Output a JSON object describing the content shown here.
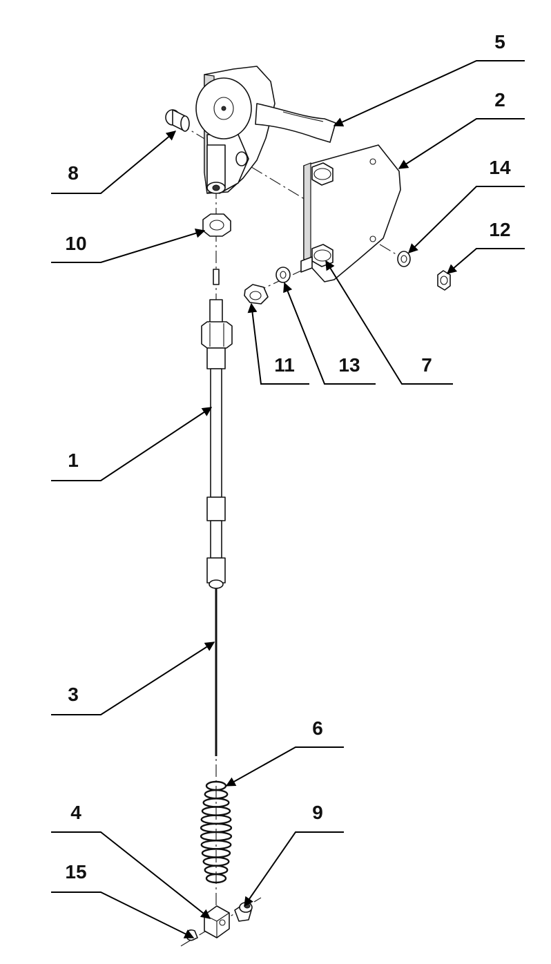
{
  "callouts": [
    {
      "id": "c5",
      "label": "5"
    },
    {
      "id": "c2",
      "label": "2"
    },
    {
      "id": "c8",
      "label": "8"
    },
    {
      "id": "c14",
      "label": "14"
    },
    {
      "id": "c12",
      "label": "12"
    },
    {
      "id": "c10",
      "label": "10"
    },
    {
      "id": "c11",
      "label": "11"
    },
    {
      "id": "c13",
      "label": "13"
    },
    {
      "id": "c7",
      "label": "7"
    },
    {
      "id": "c1",
      "label": "1"
    },
    {
      "id": "c3",
      "label": "3"
    },
    {
      "id": "c6",
      "label": "6"
    },
    {
      "id": "c4",
      "label": "4"
    },
    {
      "id": "c9",
      "label": "9"
    },
    {
      "id": "c15",
      "label": "15"
    }
  ]
}
